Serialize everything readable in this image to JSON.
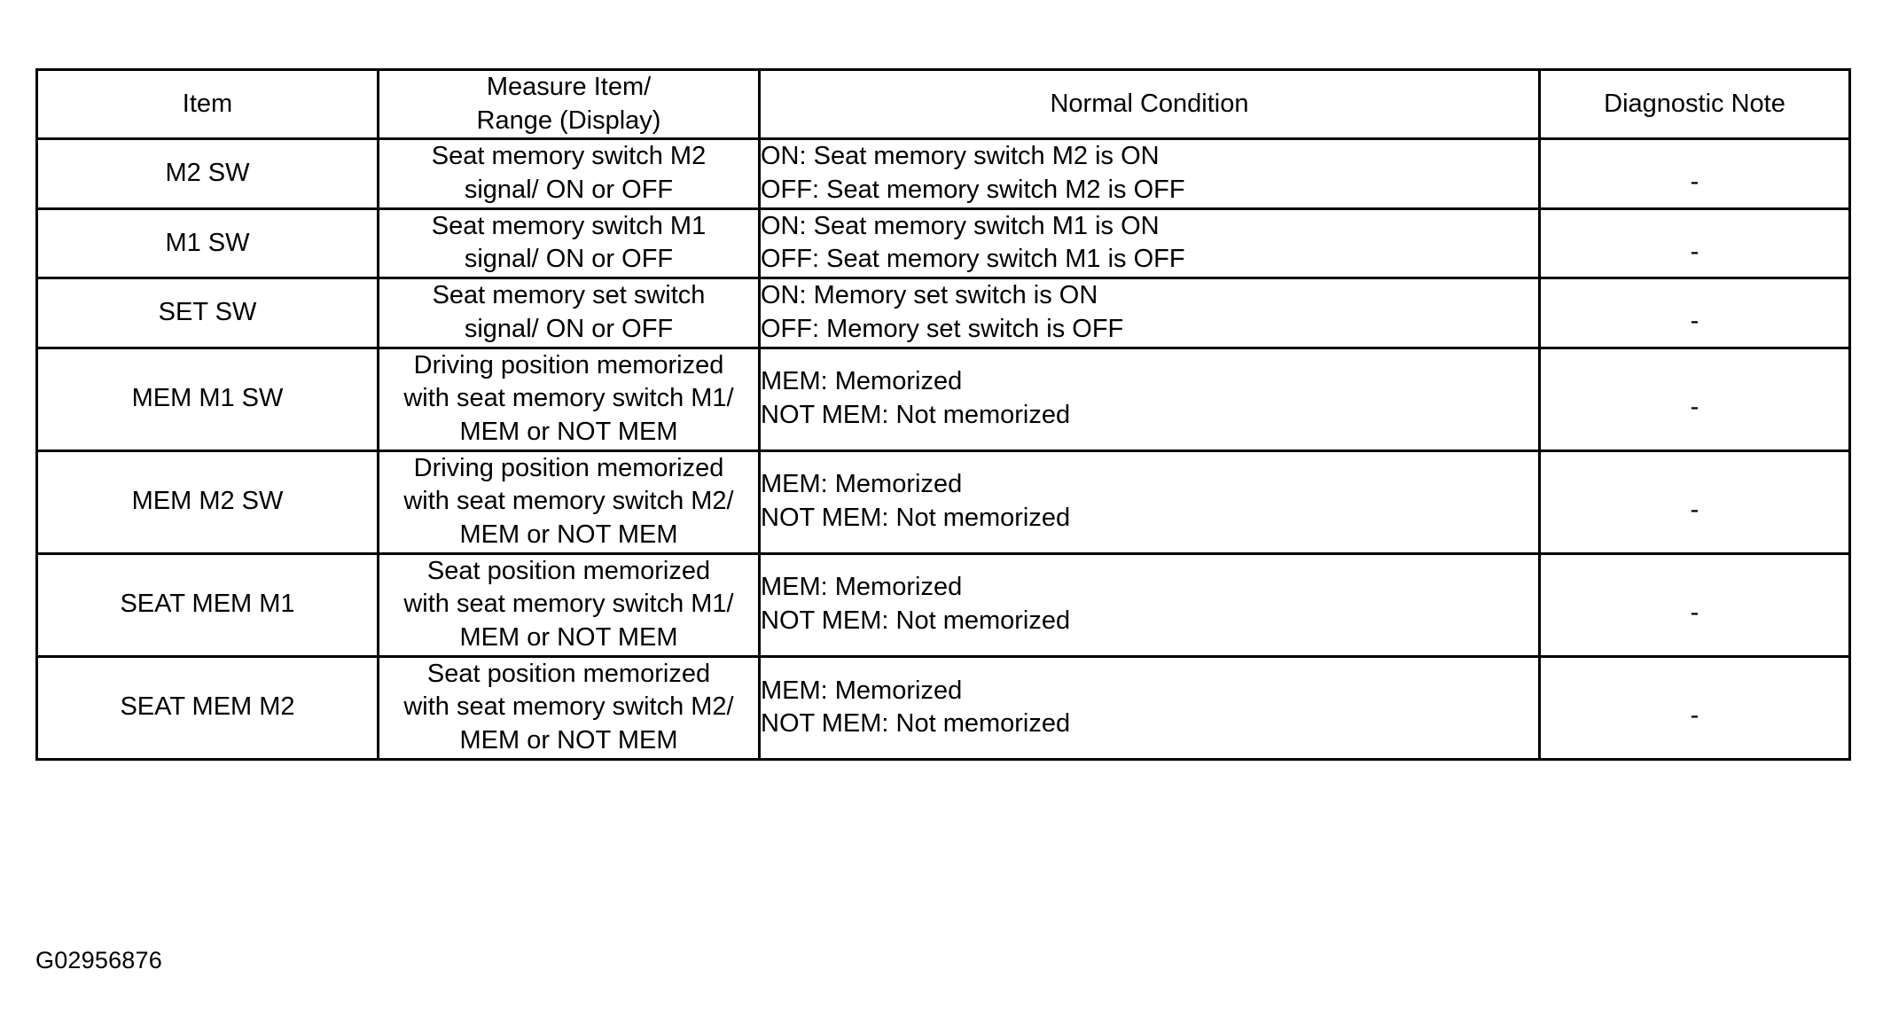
{
  "document": {
    "figure_code": "G02956876"
  },
  "table": {
    "headers": [
      {
        "label": "Item",
        "lines": [
          "Item"
        ]
      },
      {
        "label": "Measure Item/ Range (Display)",
        "lines": [
          "Measure Item/",
          "Range (Display)"
        ]
      },
      {
        "label": "Normal Condition",
        "lines": [
          "Normal Condition"
        ]
      },
      {
        "label": "Diagnostic Note",
        "lines": [
          "Diagnostic Note"
        ]
      }
    ],
    "rows": [
      {
        "item": "M2 SW",
        "measure_lines": [
          "Seat memory switch M2",
          "signal/ ON or OFF"
        ],
        "normal_lines": [
          "ON: Seat memory switch M2 is ON",
          "OFF: Seat memory switch M2 is OFF"
        ],
        "note": "-"
      },
      {
        "item": "M1 SW",
        "measure_lines": [
          "Seat memory switch M1",
          "signal/ ON or OFF"
        ],
        "normal_lines": [
          "ON: Seat memory switch M1 is ON",
          "OFF: Seat memory switch M1 is OFF"
        ],
        "note": "-"
      },
      {
        "item": "SET SW",
        "measure_lines": [
          "Seat memory set switch",
          "signal/ ON or OFF"
        ],
        "normal_lines": [
          "ON: Memory set switch is ON",
          "OFF: Memory set switch is OFF"
        ],
        "note": "-"
      },
      {
        "item": "MEM M1 SW",
        "measure_lines": [
          "Driving position memorized",
          "with seat memory switch M1/",
          "MEM or NOT MEM"
        ],
        "normal_lines": [
          "MEM: Memorized",
          "NOT MEM: Not memorized"
        ],
        "note": "-"
      },
      {
        "item": "MEM M2 SW",
        "measure_lines": [
          "Driving position memorized",
          "with seat memory switch M2/",
          "MEM or NOT MEM"
        ],
        "normal_lines": [
          "MEM: Memorized",
          "NOT MEM: Not memorized"
        ],
        "note": "-"
      },
      {
        "item": "SEAT MEM M1",
        "measure_lines": [
          "Seat position memorized",
          "with seat memory switch M1/",
          "MEM or NOT MEM"
        ],
        "normal_lines": [
          "MEM: Memorized",
          "NOT MEM: Not memorized"
        ],
        "note": "-"
      },
      {
        "item": "SEAT MEM M2",
        "measure_lines": [
          "Seat position memorized",
          "with seat memory switch M2/",
          "MEM or NOT MEM"
        ],
        "normal_lines": [
          "MEM: Memorized",
          "NOT MEM: Not memorized"
        ],
        "note": "-"
      }
    ]
  },
  "colors": {
    "background": "#ffffff",
    "text": "#000000",
    "border": "#000000"
  }
}
